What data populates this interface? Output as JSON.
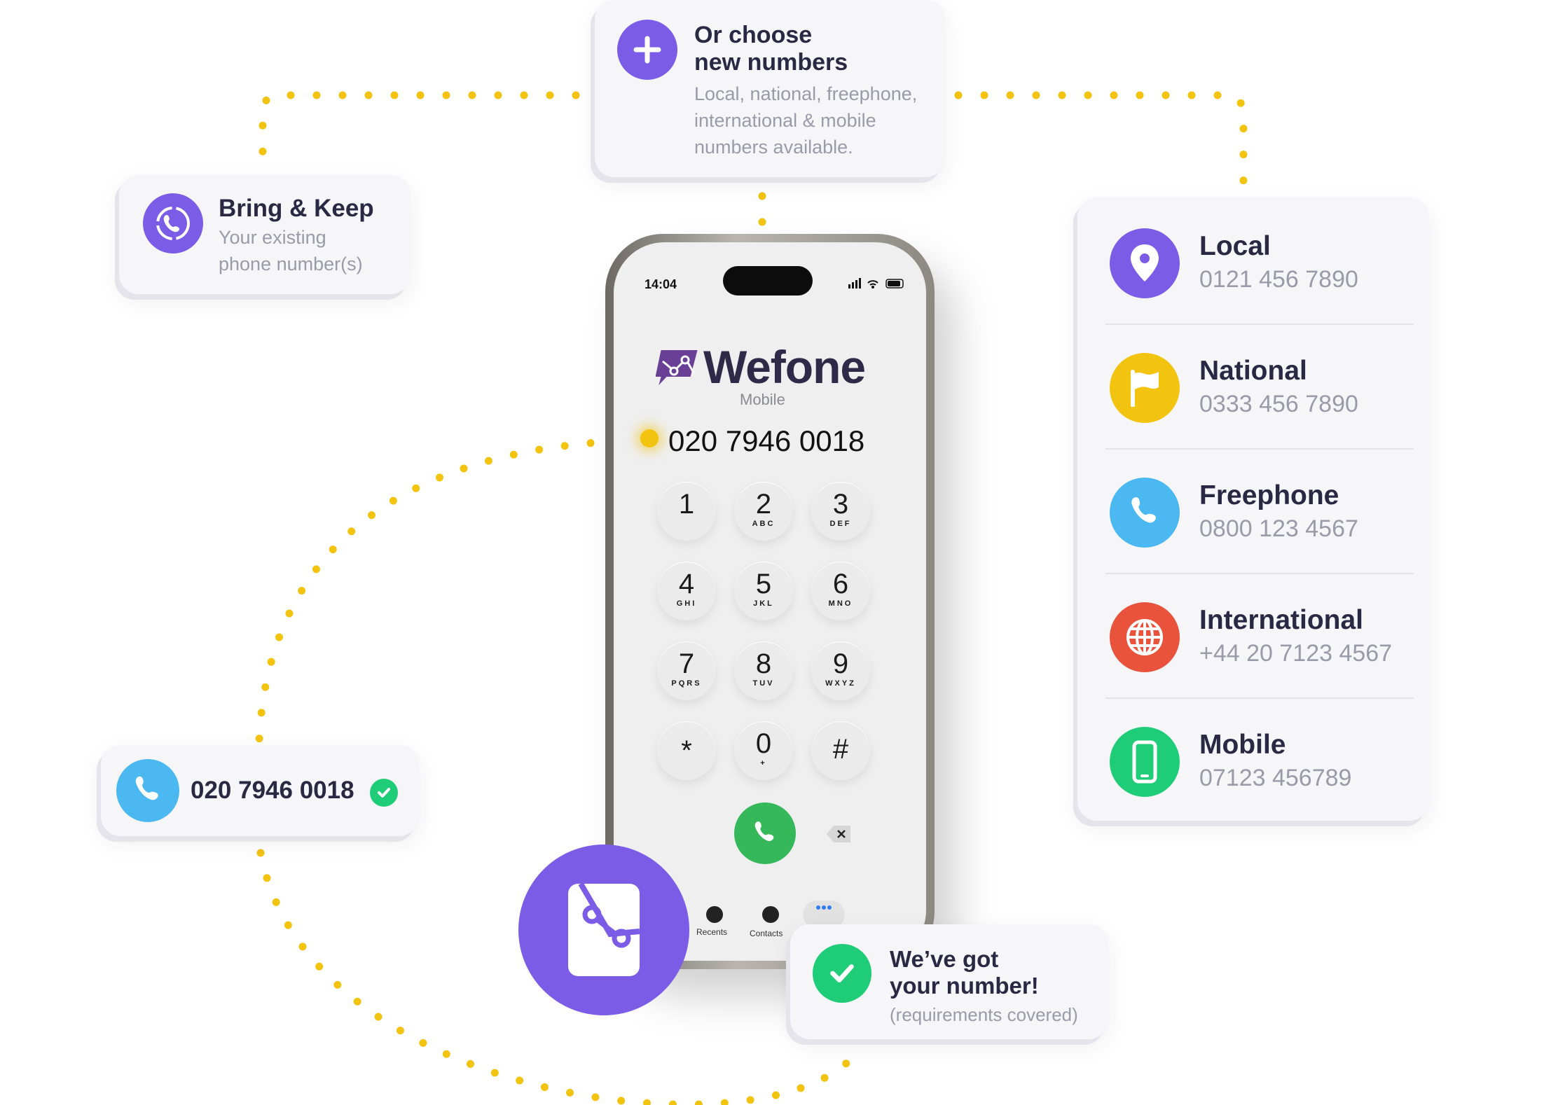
{
  "colors": {
    "accent": "#7b5ce6",
    "yellow": "#f2c30f",
    "blue": "#4cb8f2",
    "red": "#e9533b",
    "green": "#1fcc77",
    "call_green": "#34b85a"
  },
  "new_numbers": {
    "title_line1": "Or choose",
    "title_line2": "new numbers",
    "desc_line1": "Local, national, freephone,",
    "desc_line2": "international & mobile",
    "desc_line3": "numbers available.",
    "icon": "plus-icon"
  },
  "bring_keep": {
    "title": "Bring & Keep",
    "desc_line1": "Your existing",
    "desc_line2": "phone number(s)",
    "icon": "phone-sync-icon"
  },
  "number_types": [
    {
      "name": "Local",
      "number": "0121 456 7890",
      "icon": "location-pin-icon"
    },
    {
      "name": "National",
      "number": "0333 456 7890",
      "icon": "flag-icon"
    },
    {
      "name": "Freephone",
      "number": "0800 123 4567",
      "icon": "phone-icon"
    },
    {
      "name": "International",
      "number": "+44 20 7123 4567",
      "icon": "globe-icon"
    },
    {
      "name": "Mobile",
      "number": "07123 456789",
      "icon": "mobile-icon"
    }
  ],
  "existing_number": {
    "number": "020 7946 0018",
    "icon": "phone-icon",
    "status_icon": "check-icon"
  },
  "got_number": {
    "line1": "We’ve got",
    "line2": "your number!",
    "note": "(requirements covered)",
    "icon": "check-icon"
  },
  "phone": {
    "time": "14:04",
    "brand": "Wefone",
    "brand_sub": "Mobile",
    "dialed": "020 7946 0018",
    "keys": [
      {
        "digit": "1",
        "letters": ""
      },
      {
        "digit": "2",
        "letters": "ABC"
      },
      {
        "digit": "3",
        "letters": "DEF"
      },
      {
        "digit": "4",
        "letters": "GHI"
      },
      {
        "digit": "5",
        "letters": "JKL"
      },
      {
        "digit": "6",
        "letters": "MNO"
      },
      {
        "digit": "7",
        "letters": "PQRS"
      },
      {
        "digit": "8",
        "letters": "TUV"
      },
      {
        "digit": "9",
        "letters": "WXYZ"
      },
      {
        "digit": "*",
        "letters": ""
      },
      {
        "digit": "0",
        "letters": "+"
      },
      {
        "digit": "#",
        "letters": ""
      }
    ],
    "tabs": {
      "recents": "Recents",
      "contacts": "Contacts"
    }
  }
}
